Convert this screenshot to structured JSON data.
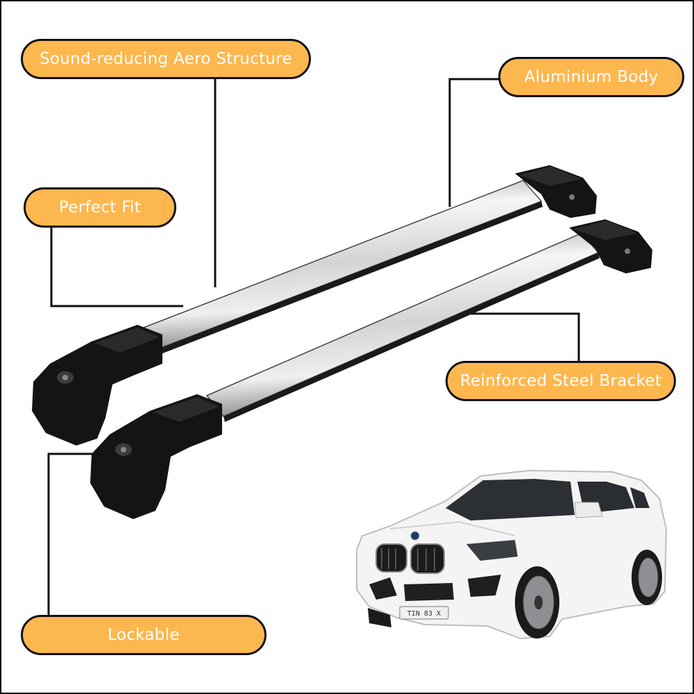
{
  "labels": {
    "sound": "Sound-reducing Aero Structure",
    "aluminium": "Aluminium Body",
    "fit": "Perfect Fit",
    "steel": "Reinforced Steel Bracket",
    "lockable": "Lockable"
  },
  "car_badge": "TIN 83 X",
  "colors": {
    "label_fill": "#FDB74F",
    "label_border": "#111111",
    "label_text": "#FFFFFF",
    "bar_silver": "#D9D9D9",
    "foot_black": "#121212",
    "car_white": "#F4F4F4"
  }
}
